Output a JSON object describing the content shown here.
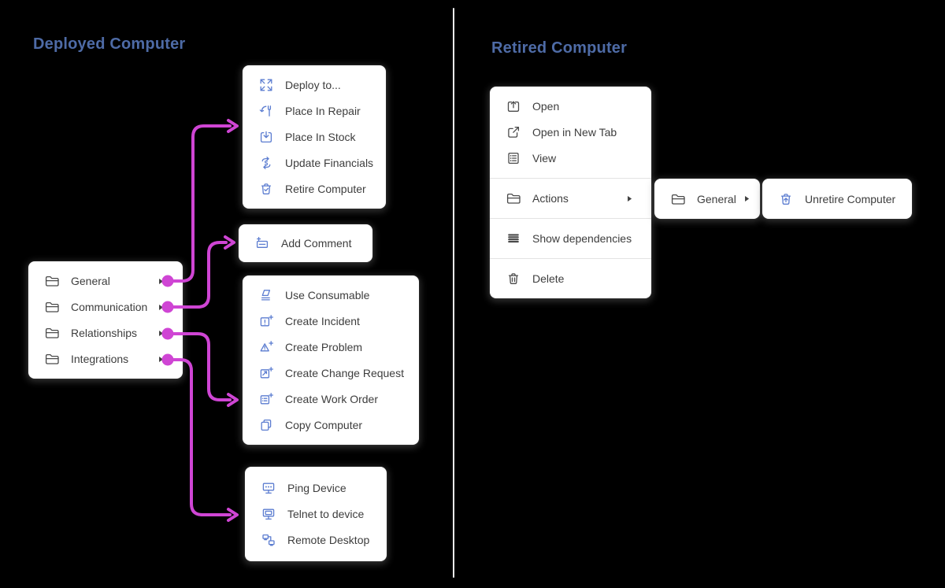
{
  "titles": {
    "left": "Deployed Computer",
    "right": "Retired Computer"
  },
  "colors": {
    "background": "#000000",
    "title_blue": "#4e6ba6",
    "connector_magenta": "#cf45d4",
    "icon_blue": "#5b7cd0",
    "icon_gray": "#4a4a4a",
    "menu_background": "#ffffff",
    "menu_text": "#3d3d3d",
    "menu_divider": "#e3e3e3"
  },
  "menus": {
    "deployed_root": {
      "items": [
        {
          "label": "General",
          "icon": "folder-icon",
          "has_submenu": true
        },
        {
          "label": "Communication",
          "icon": "folder-icon",
          "has_submenu": true
        },
        {
          "label": "Relationships",
          "icon": "folder-icon",
          "has_submenu": true
        },
        {
          "label": "Integrations",
          "icon": "folder-icon",
          "has_submenu": true
        }
      ]
    },
    "general_submenu": {
      "items": [
        {
          "label": "Deploy to...",
          "icon": "deploy-icon"
        },
        {
          "label": "Place In Repair",
          "icon": "repair-icon"
        },
        {
          "label": "Place In Stock",
          "icon": "stock-icon"
        },
        {
          "label": "Update Financials",
          "icon": "financials-icon"
        },
        {
          "label": "Retire Computer",
          "icon": "retire-icon"
        }
      ]
    },
    "communication_submenu": {
      "items": [
        {
          "label": "Add Comment",
          "icon": "add-comment-icon"
        }
      ]
    },
    "relationships_submenu": {
      "items": [
        {
          "label": "Use Consumable",
          "icon": "consumable-icon"
        },
        {
          "label": "Create Incident",
          "icon": "incident-icon"
        },
        {
          "label": "Create Problem",
          "icon": "problem-icon"
        },
        {
          "label": "Create Change Request",
          "icon": "change-request-icon"
        },
        {
          "label": "Create Work Order",
          "icon": "work-order-icon"
        },
        {
          "label": "Copy Computer",
          "icon": "copy-icon"
        }
      ]
    },
    "integrations_submenu": {
      "items": [
        {
          "label": "Ping Device",
          "icon": "ping-icon"
        },
        {
          "label": "Telnet to device",
          "icon": "telnet-icon"
        },
        {
          "label": "Remote Desktop",
          "icon": "remote-desktop-icon"
        }
      ]
    },
    "retired_root": {
      "groups": [
        {
          "items": [
            {
              "label": "Open",
              "icon": "open-icon"
            },
            {
              "label": "Open in New Tab",
              "icon": "open-new-tab-icon"
            },
            {
              "label": "View",
              "icon": "view-icon"
            }
          ]
        },
        {
          "items": [
            {
              "label": "Actions",
              "icon": "folder-icon",
              "has_submenu": true
            }
          ]
        },
        {
          "items": [
            {
              "label": "Show dependencies",
              "icon": "show-dependencies-icon"
            }
          ]
        },
        {
          "items": [
            {
              "label": "Delete",
              "icon": "delete-icon"
            }
          ]
        }
      ]
    },
    "retired_actions_submenu": {
      "inline_chevron": true,
      "items": [
        {
          "label": "General",
          "icon": "folder-icon",
          "has_submenu": true
        }
      ]
    },
    "retired_general_submenu": {
      "items": [
        {
          "label": "Unretire Computer",
          "icon": "unretire-icon"
        }
      ]
    }
  }
}
